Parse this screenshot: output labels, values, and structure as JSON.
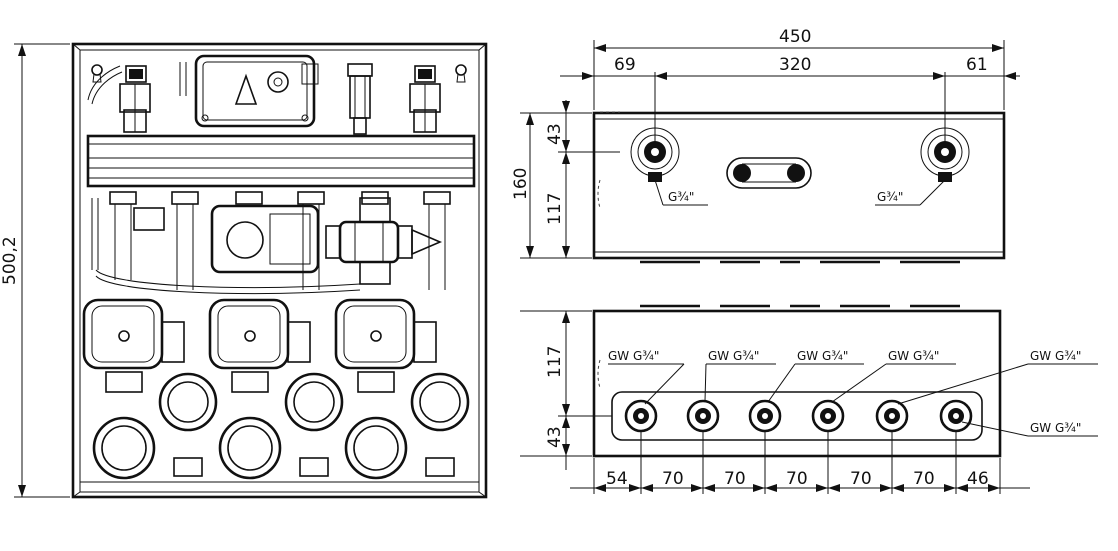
{
  "front_view": {
    "height_dim": "500,2"
  },
  "top_view": {
    "width_total": "450",
    "offset_left": "69",
    "spacing": "320",
    "offset_right": "61",
    "height_total": "160",
    "height_upper": "43",
    "height_lower": "117",
    "port_left": "G¾\"",
    "port_right": "G¾\""
  },
  "bottom_view": {
    "height_upper": "117",
    "height_lower": "43",
    "ports": [
      "GW G¾\"",
      "GW G¾\"",
      "GW G¾\"",
      "GW G¾\"",
      "GW G¾\"",
      "GW G¾\""
    ],
    "spacings": [
      "54",
      "70",
      "70",
      "70",
      "70",
      "70",
      "46"
    ]
  }
}
